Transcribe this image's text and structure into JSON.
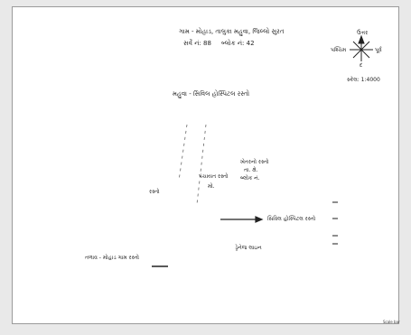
{
  "header": {
    "line1": "ગામ - મોહાડ, તાલુકા મહુવા, જિલ્લો સુરત",
    "line2_left": "સર્વે નં: 88",
    "line2_right": "બ્લોક નં: 42"
  },
  "compass": {
    "north": "ઉત્તર",
    "west": "પશ્ચિમ",
    "east": "પૂર્વ",
    "south": "દ",
    "scale": "સ્કેલ: 1:4000"
  },
  "labels": {
    "mid_heading": "મહુવા - સિવિલ હોસ્પિટલ રસ્તો",
    "road_right": "ખેતરનો રસ્તો",
    "road_right_sub": "તા.  ક્ષે.",
    "road_right_sub2": "બ્લોક નં.",
    "left_small": "રસ્તો",
    "center_small": "પંચાયત રસ્તો",
    "center_small2": "મો.",
    "arrow_label": "સિવિલ હોસ્પિટલ રસ્તો",
    "arrow_sub": "ડ્રેનેજ લાઇન",
    "bottom_left": "તળાવ - મોહાડ ગામ રસ્તો",
    "footer": "Scale bar"
  },
  "colors": {
    "ink": "#222222",
    "paper": "#ffffff",
    "frame": "#9a9a9a"
  }
}
